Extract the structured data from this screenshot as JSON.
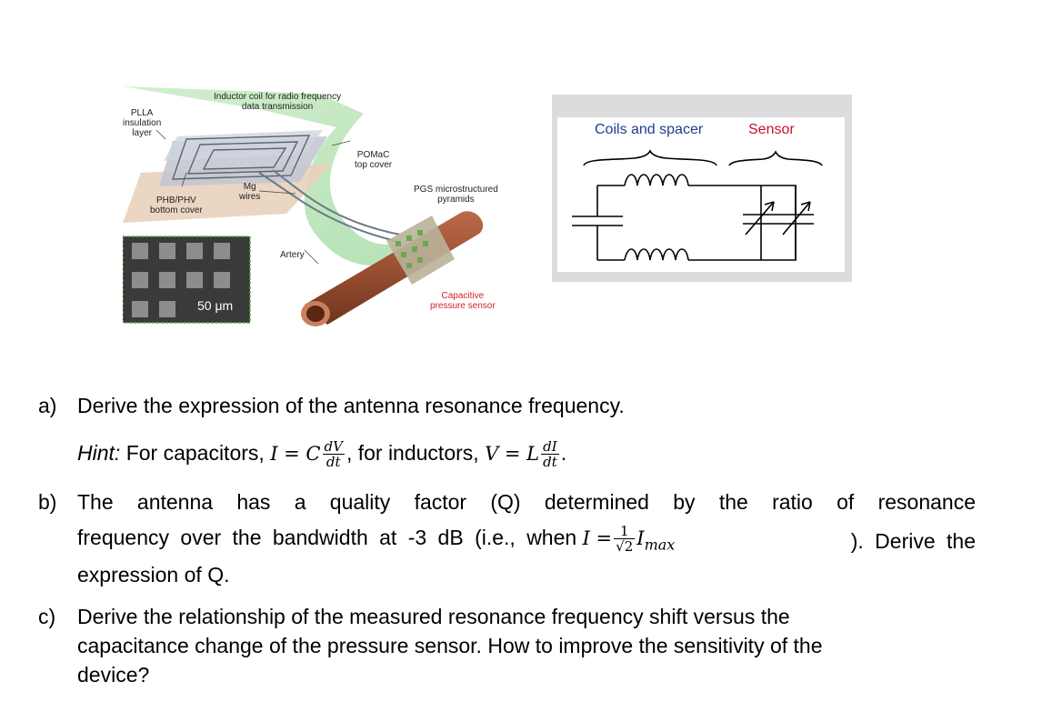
{
  "figure": {
    "labels": {
      "inductor": "Inductor coil for radio frequency\ndata transmission",
      "plla": "PLLA\ninsulation\nlayer",
      "pomac": "POMaC\ntop cover",
      "mg": "Mg\nwires",
      "phb": "PHB/PHV\nbottom cover",
      "pgs": "PGS microstructured\npyramids",
      "artery": "Artery",
      "capacitive": "Capacitive\npressure sensor",
      "scale": "50 μm"
    }
  },
  "circuit": {
    "coils_label": "Coils and spacer",
    "sensor_label": "Sensor",
    "colors": {
      "coils": "#1f3f8f",
      "sensor": "#c8102e",
      "frame": "#cfcfcf"
    }
  },
  "questions": {
    "a": {
      "marker": "a)",
      "text": "Derive the expression of the antenna resonance frequency.",
      "hint_label": "Hint:",
      "hint_cap": "For capacitors,",
      "hint_ind": "for inductors,",
      "eq1_lhs": "I = C",
      "eq1_num": "dV",
      "eq1_den": "dt",
      "eq1_tail": ",",
      "eq2_lhs": "V = L",
      "eq2_num": "dI",
      "eq2_den": "dt",
      "eq2_tail": "."
    },
    "b": {
      "marker": "b)",
      "line1": [
        "The",
        "antenna",
        "has",
        "a",
        "quality",
        "factor",
        "(Q)",
        "determined",
        "by",
        "the",
        "ratio",
        "of",
        "resonance"
      ],
      "line2_start": "frequency over the bandwidth at -3 dB (i.e., when",
      "eq_lhs": "I =",
      "eq_num": "1",
      "eq_den": "√2",
      "eq_tail": "I",
      "eq_sub": "max",
      "line2_end": "). Derive the",
      "line3": "expression of Q."
    },
    "c": {
      "marker": "c)",
      "line1": "Derive the relationship of the measured resonance frequency shift versus the",
      "line2": "capacitance change of the pressure sensor. How to improve the sensitivity of the",
      "line3": "device?"
    }
  }
}
